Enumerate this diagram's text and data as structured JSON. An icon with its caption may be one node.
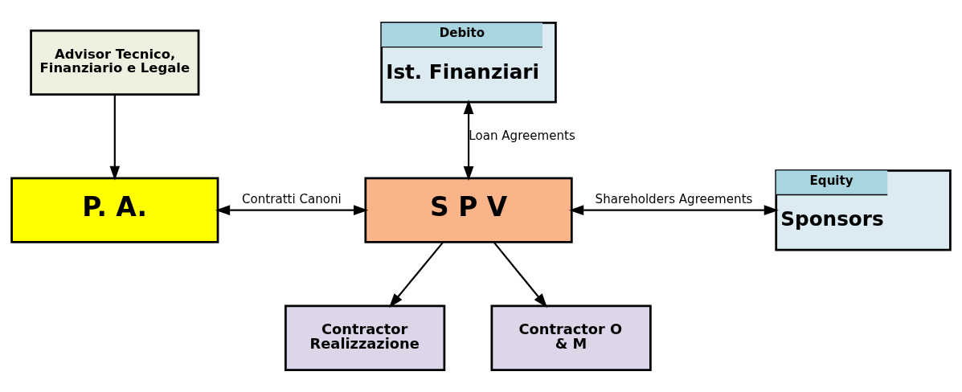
{
  "diagram": {
    "nodes": [
      {
        "text": [
          "Advisor Tecnico, Finanziario e Legale"
        ]
      },
      {
        "text": [
          "P. A."
        ]
      },
      {
        "text": [
          "S P V"
        ]
      },
      {
        "text": [
          "Debito",
          "Ist. Finanziari"
        ]
      },
      {
        "text": [
          "Equity",
          "Sponsors"
        ]
      },
      {
        "text": [
          "Contractor Realizzazione"
        ]
      },
      {
        "text": [
          "Contractor O & M"
        ]
      }
    ],
    "edges": [
      {
        "from": 0,
        "to": 1,
        "arrow": "to"
      },
      {
        "from": 1,
        "to": 2,
        "arrow": "both",
        "label": "Contratti Canoni"
      },
      {
        "from": 2,
        "to": 3,
        "arrow": "both",
        "label": "Loan Agreements"
      },
      {
        "from": 2,
        "to": 4,
        "arrow": "both",
        "label": "Shareholders Agreements"
      },
      {
        "from": 2,
        "to": 5,
        "arrow": "to"
      },
      {
        "from": 2,
        "to": 6,
        "arrow": "to"
      }
    ]
  }
}
